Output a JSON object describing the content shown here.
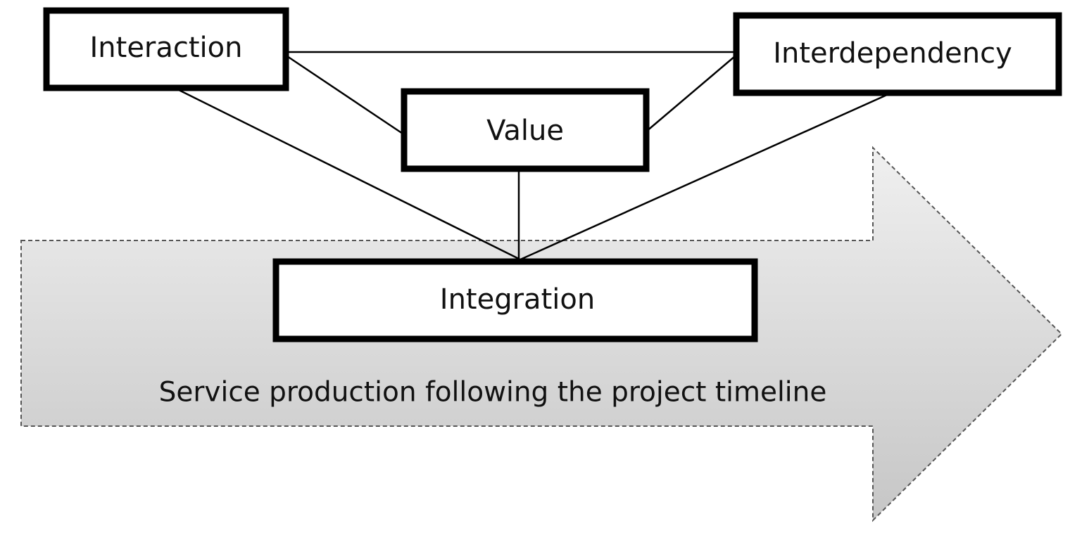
{
  "diagram": {
    "nodes": {
      "interaction": "Interaction",
      "interdependency": "Interdependency",
      "value": "Value",
      "integration": "Integration"
    },
    "arrow_caption": "Service production following the project timeline",
    "colors": {
      "box_border": "#000000",
      "box_fill": "#ffffff",
      "arrow_gradient_top": "#f0f0f0",
      "arrow_gradient_bottom": "#c6c6c6",
      "arrow_border": "#555555"
    }
  }
}
